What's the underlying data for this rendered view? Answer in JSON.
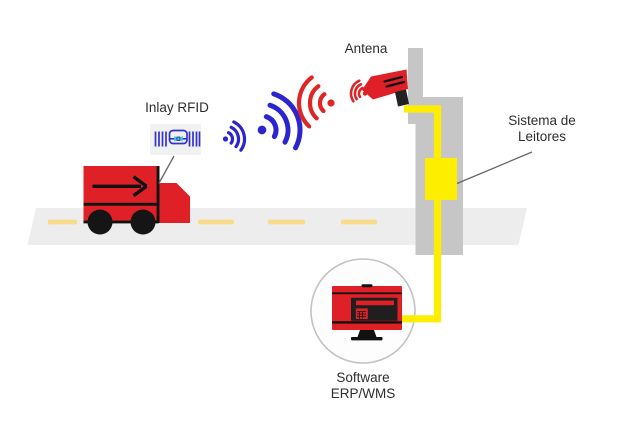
{
  "title": "RFID system diagram",
  "labels": {
    "inlay_rfid": "Inlay RFID",
    "antena": "Antena",
    "sistema_line1": "Sistema de",
    "sistema_line2": "Leitores",
    "software_line1": "Software",
    "software_line2": "ERP/WMS"
  },
  "icons": [
    "truck-icon",
    "rfid-tag-icon",
    "radio-waves-blue-icon",
    "radio-waves-red-icon",
    "antenna-device-icon",
    "reader-box-icon",
    "computer-monitor-icon",
    "road-icon"
  ],
  "colors": {
    "device_red": "#df2127",
    "wave_blue": "#2c24cd",
    "wave_red": "#df2525",
    "tag_blue": "#3432cf",
    "chip_cyan": "#3cc9d9",
    "cable_yellow": "#fdee00",
    "pole_gray": "#c6c6c6",
    "road_gray": "#ededed",
    "lane_dash": "#f8dc8c",
    "circle_ring": "#c2c2c2",
    "screen_dark": "#1f1f1f",
    "detail_black": "#111111",
    "pointer_line": "#666666",
    "text": "#2e2e2e"
  }
}
